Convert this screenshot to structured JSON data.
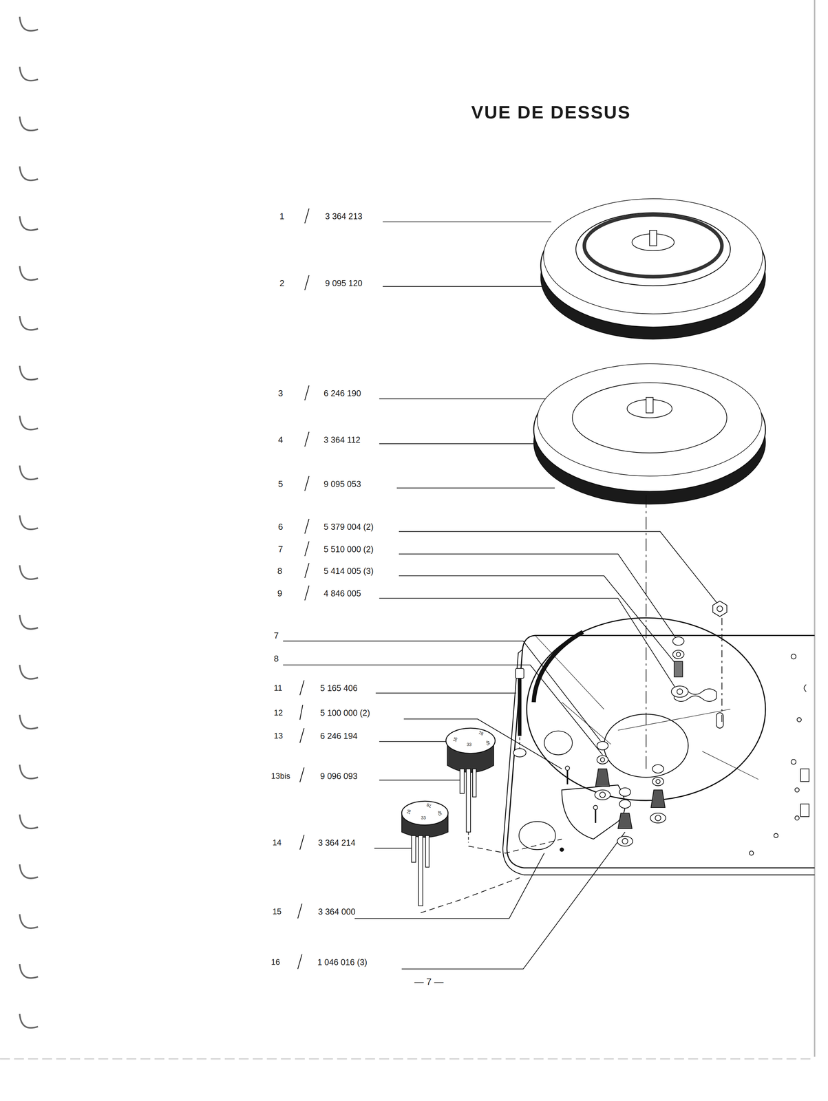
{
  "diagram": {
    "title": "VUE DE DESSUS",
    "labels": [
      "1",
      "3 364 213",
      "2",
      "9 095 120",
      "3",
      "6 246 190",
      "4",
      "3 364 112",
      "5",
      "9 095 053",
      "6",
      "5 379 004 (2)",
      "7",
      "5 510 000 (2)",
      "8",
      "5 414 005 (3)",
      "9",
      "4 846 005",
      "7",
      "8",
      "11",
      "5 165 406",
      "12",
      "5 100 000 (2)",
      "13",
      "6 246 194",
      "13bis",
      "9 096 093",
      "14",
      "3 364 214",
      "15",
      "3 364 000",
      "16",
      "1 046 016 (3)",
      "78",
      "45",
      "33",
      "16",
      "78",
      "45",
      "33",
      "16",
      "— 7 —"
    ]
  }
}
